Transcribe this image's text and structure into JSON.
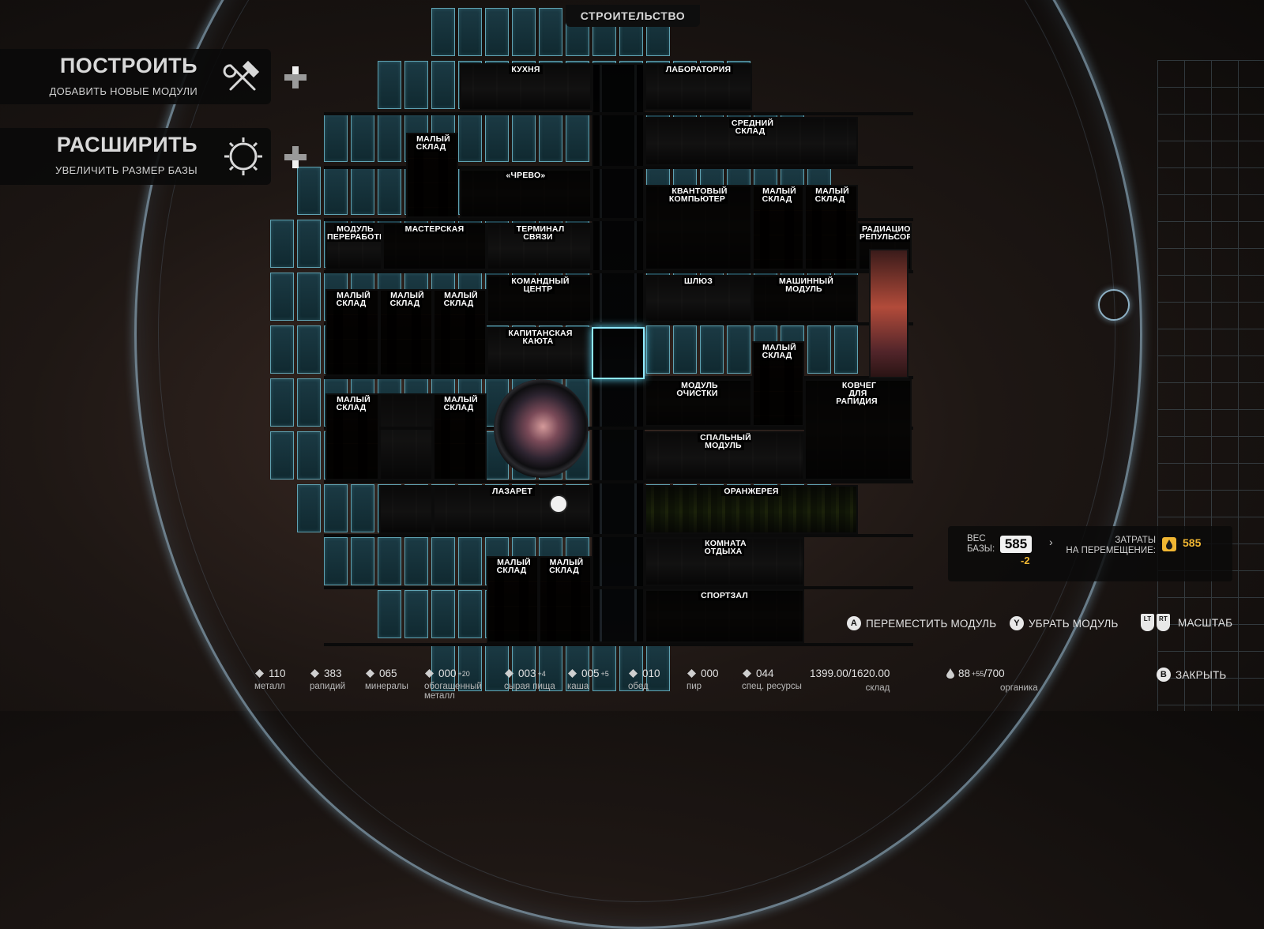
{
  "header": {
    "title": "СТРОИТЕЛЬСТВО"
  },
  "menu": {
    "build": {
      "title": "ПОСТРОИТЬ",
      "subtitle": "ДОБАВИТЬ НОВЫЕ МОДУЛИ",
      "icon": "hammer-wrench-icon"
    },
    "expand": {
      "title": "РАСШИРИТЬ",
      "subtitle": "УВЕЛИЧИТЬ РАЗМЕР БАЗЫ",
      "icon": "expand-ring-icon"
    }
  },
  "modules": [
    {
      "id": "kitchen",
      "label": "КУХНЯ"
    },
    {
      "id": "lab",
      "label": "ЛАБОРАТОРИЯ"
    },
    {
      "id": "small-storage-1",
      "label": "МАЛЫЙ\nСКЛАД"
    },
    {
      "id": "medium-storage",
      "label": "СРЕДНИЙ\nСКЛАД"
    },
    {
      "id": "belly",
      "label": "«ЧРЕВО»"
    },
    {
      "id": "quantum",
      "label": "КВАНТОВЫЙ\nКОМПЬЮТЕР"
    },
    {
      "id": "small-storage-2",
      "label": "МАЛЫЙ\nСКЛАД"
    },
    {
      "id": "small-storage-3",
      "label": "МАЛЫЙ\nСКЛАД"
    },
    {
      "id": "processing",
      "label": "МОДУЛЬ\nПЕРЕРАБОТКИ"
    },
    {
      "id": "workshop",
      "label": "МАСТЕРСКАЯ"
    },
    {
      "id": "comms",
      "label": "ТЕРМИНАЛ\nСВЯЗИ"
    },
    {
      "id": "repulsor",
      "label": "РАДИАЦИОННЫЙ\nРЕПУЛЬСОР"
    },
    {
      "id": "small-storage-4",
      "label": "МАЛЫЙ\nСКЛАД"
    },
    {
      "id": "small-storage-5",
      "label": "МАЛЫЙ\nСКЛАД"
    },
    {
      "id": "small-storage-6",
      "label": "МАЛЫЙ\nСКЛАД"
    },
    {
      "id": "command",
      "label": "КОМАНДНЫЙ\nЦЕНТР"
    },
    {
      "id": "airlock",
      "label": "ШЛЮЗ"
    },
    {
      "id": "engine",
      "label": "МАШИННЫЙ\nМОДУЛЬ"
    },
    {
      "id": "captain",
      "label": "КАПИТАНСКАЯ\nКАЮТА"
    },
    {
      "id": "small-storage-7",
      "label": "МАЛЫЙ\nСКЛАД"
    },
    {
      "id": "small-storage-8",
      "label": "МАЛЫЙ\nСКЛАД"
    },
    {
      "id": "small-storage-9",
      "label": "МАЛЫЙ\nСКЛАД"
    },
    {
      "id": "cleaning",
      "label": "МОДУЛЬ\nОЧИСТКИ"
    },
    {
      "id": "ark",
      "label": "КОВЧЕГ\nДЛЯ\nРАПИДИЯ"
    },
    {
      "id": "sleep",
      "label": "СПАЛЬНЫЙ\nМОДУЛЬ"
    },
    {
      "id": "infirmary",
      "label": "ЛАЗАРЕТ"
    },
    {
      "id": "greenhouse",
      "label": "ОРАНЖЕРЕЯ"
    },
    {
      "id": "rest",
      "label": "КОМНАТА\nОТДЫХА"
    },
    {
      "id": "small-storage-10",
      "label": "МАЛЫЙ\nСКЛАД"
    },
    {
      "id": "small-storage-11",
      "label": "МАЛЫЙ\nСКЛАД"
    },
    {
      "id": "gym",
      "label": "СПОРТЗАЛ"
    }
  ],
  "weight": {
    "base_label_1": "ВЕС",
    "base_label_2": "БАЗЫ:",
    "base_value": "585",
    "base_delta": "-2",
    "cost_label_1": "ЗАТРАТЫ",
    "cost_label_2": "НА ПЕРЕМЕЩЕНИЕ:",
    "cost_value": "585"
  },
  "actions": [
    {
      "button": "A",
      "label": "ПЕРЕМЕСТИТЬ МОДУЛЬ"
    },
    {
      "button": "Y",
      "label": "УБРАТЬ МОДУЛЬ"
    },
    {
      "button": "LT RT",
      "label": "МАСШТАБ"
    }
  ],
  "close": {
    "button": "B",
    "label": "ЗАКРЫТЬ"
  },
  "resources": [
    {
      "icon": "metal-icon",
      "value": "110",
      "delta": "",
      "label": "металл"
    },
    {
      "icon": "rapidium-icon",
      "value": "383",
      "delta": "",
      "label": "рапидий"
    },
    {
      "icon": "minerals-icon",
      "value": "065",
      "delta": "",
      "label": "минералы"
    },
    {
      "icon": "enriched-metal-icon",
      "value": "000",
      "delta": "+20",
      "label": "обогащенный металл"
    },
    {
      "icon": "raw-food-icon",
      "value": "003",
      "delta": "+4",
      "label": "сырая пища"
    },
    {
      "icon": "porridge-icon",
      "value": "005",
      "delta": "+5",
      "label": "каша"
    },
    {
      "icon": "dinner-icon",
      "value": "010",
      "delta": "",
      "label": "обед"
    },
    {
      "icon": "feast-icon",
      "value": "000",
      "delta": "",
      "label": "пир"
    },
    {
      "icon": "special-resources-icon",
      "value": "044",
      "delta": "",
      "label": "спец. ресурсы"
    }
  ],
  "storage": {
    "value": "1399.00/1620.00",
    "label": "склад"
  },
  "organics": {
    "value": "88",
    "delta": "+55",
    "max": "/700",
    "label": "органика"
  }
}
